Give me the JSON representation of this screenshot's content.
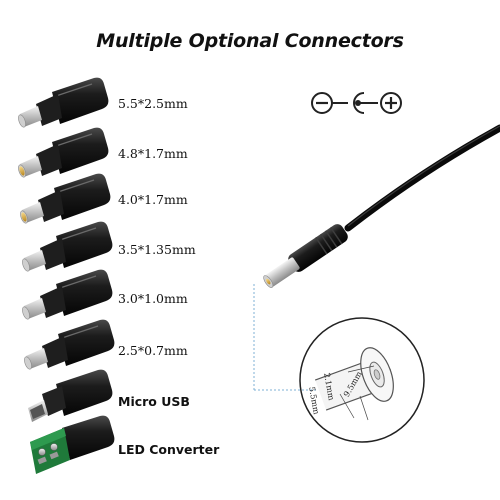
{
  "title": "Multiple Optional Connectors",
  "connectors": [
    {
      "label": "5.5*2.5mm",
      "icon": "barrel-tip-icon"
    },
    {
      "label": "4.8*1.7mm",
      "icon": "barrel-tip-icon"
    },
    {
      "label": "4.0*1.7mm",
      "icon": "barrel-tip-icon"
    },
    {
      "label": "3.5*1.35mm",
      "icon": "barrel-tip-icon"
    },
    {
      "label": "3.0*1.0mm",
      "icon": "barrel-tip-icon"
    },
    {
      "label": "2.5*0.7mm",
      "icon": "barrel-tip-icon"
    },
    {
      "label": "Micro USB",
      "icon": "micro-usb-tip-icon"
    },
    {
      "label": "LED Converter",
      "icon": "led-converter-icon"
    }
  ],
  "polarity_symbol": "polarity-icon",
  "plug_dimensions": {
    "pin": "2.1mm",
    "inner": "5.5mm",
    "outer": "9.5mm"
  },
  "colors": {
    "connector_body": "#1a1a1a",
    "tip_gold": "#d8a83a",
    "dimension_line": "#7fb0d6"
  }
}
